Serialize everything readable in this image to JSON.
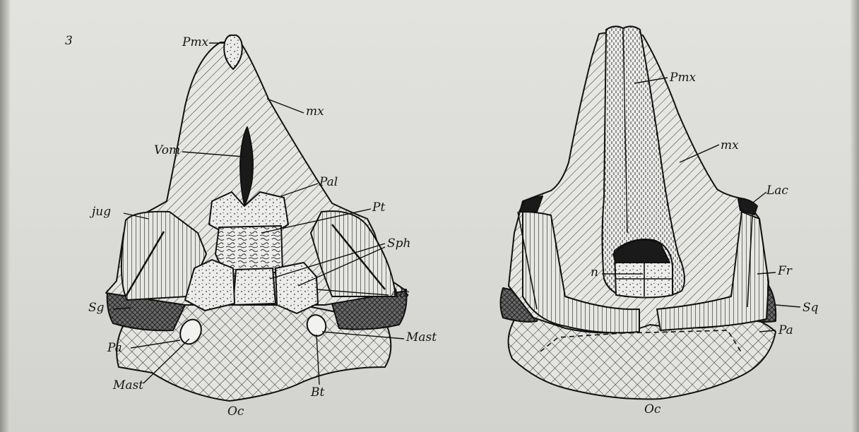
{
  "figure": {
    "number": "3",
    "ventral_view": {
      "labels": {
        "pmx": "Pmx",
        "mx": "mx",
        "vom": "Vom",
        "pal": "Pal",
        "pt": "Pt",
        "sph": "Sph",
        "jug": "jug",
        "als": "Als",
        "sg": "Sg",
        "mast_right": "Mast",
        "pa": "Pa",
        "mast_left": "Mast",
        "oc": "Oc",
        "bt": "Bt"
      }
    },
    "dorsal_view": {
      "labels": {
        "pmx": "Pmx",
        "mx": "mx",
        "lac": "Lac",
        "n": "n",
        "fr": "Fr",
        "sq": "Sq",
        "pa": "Pa",
        "oc": "Oc"
      }
    }
  },
  "colors": {
    "ink": "#151515",
    "paper": "#dcdcd8"
  }
}
